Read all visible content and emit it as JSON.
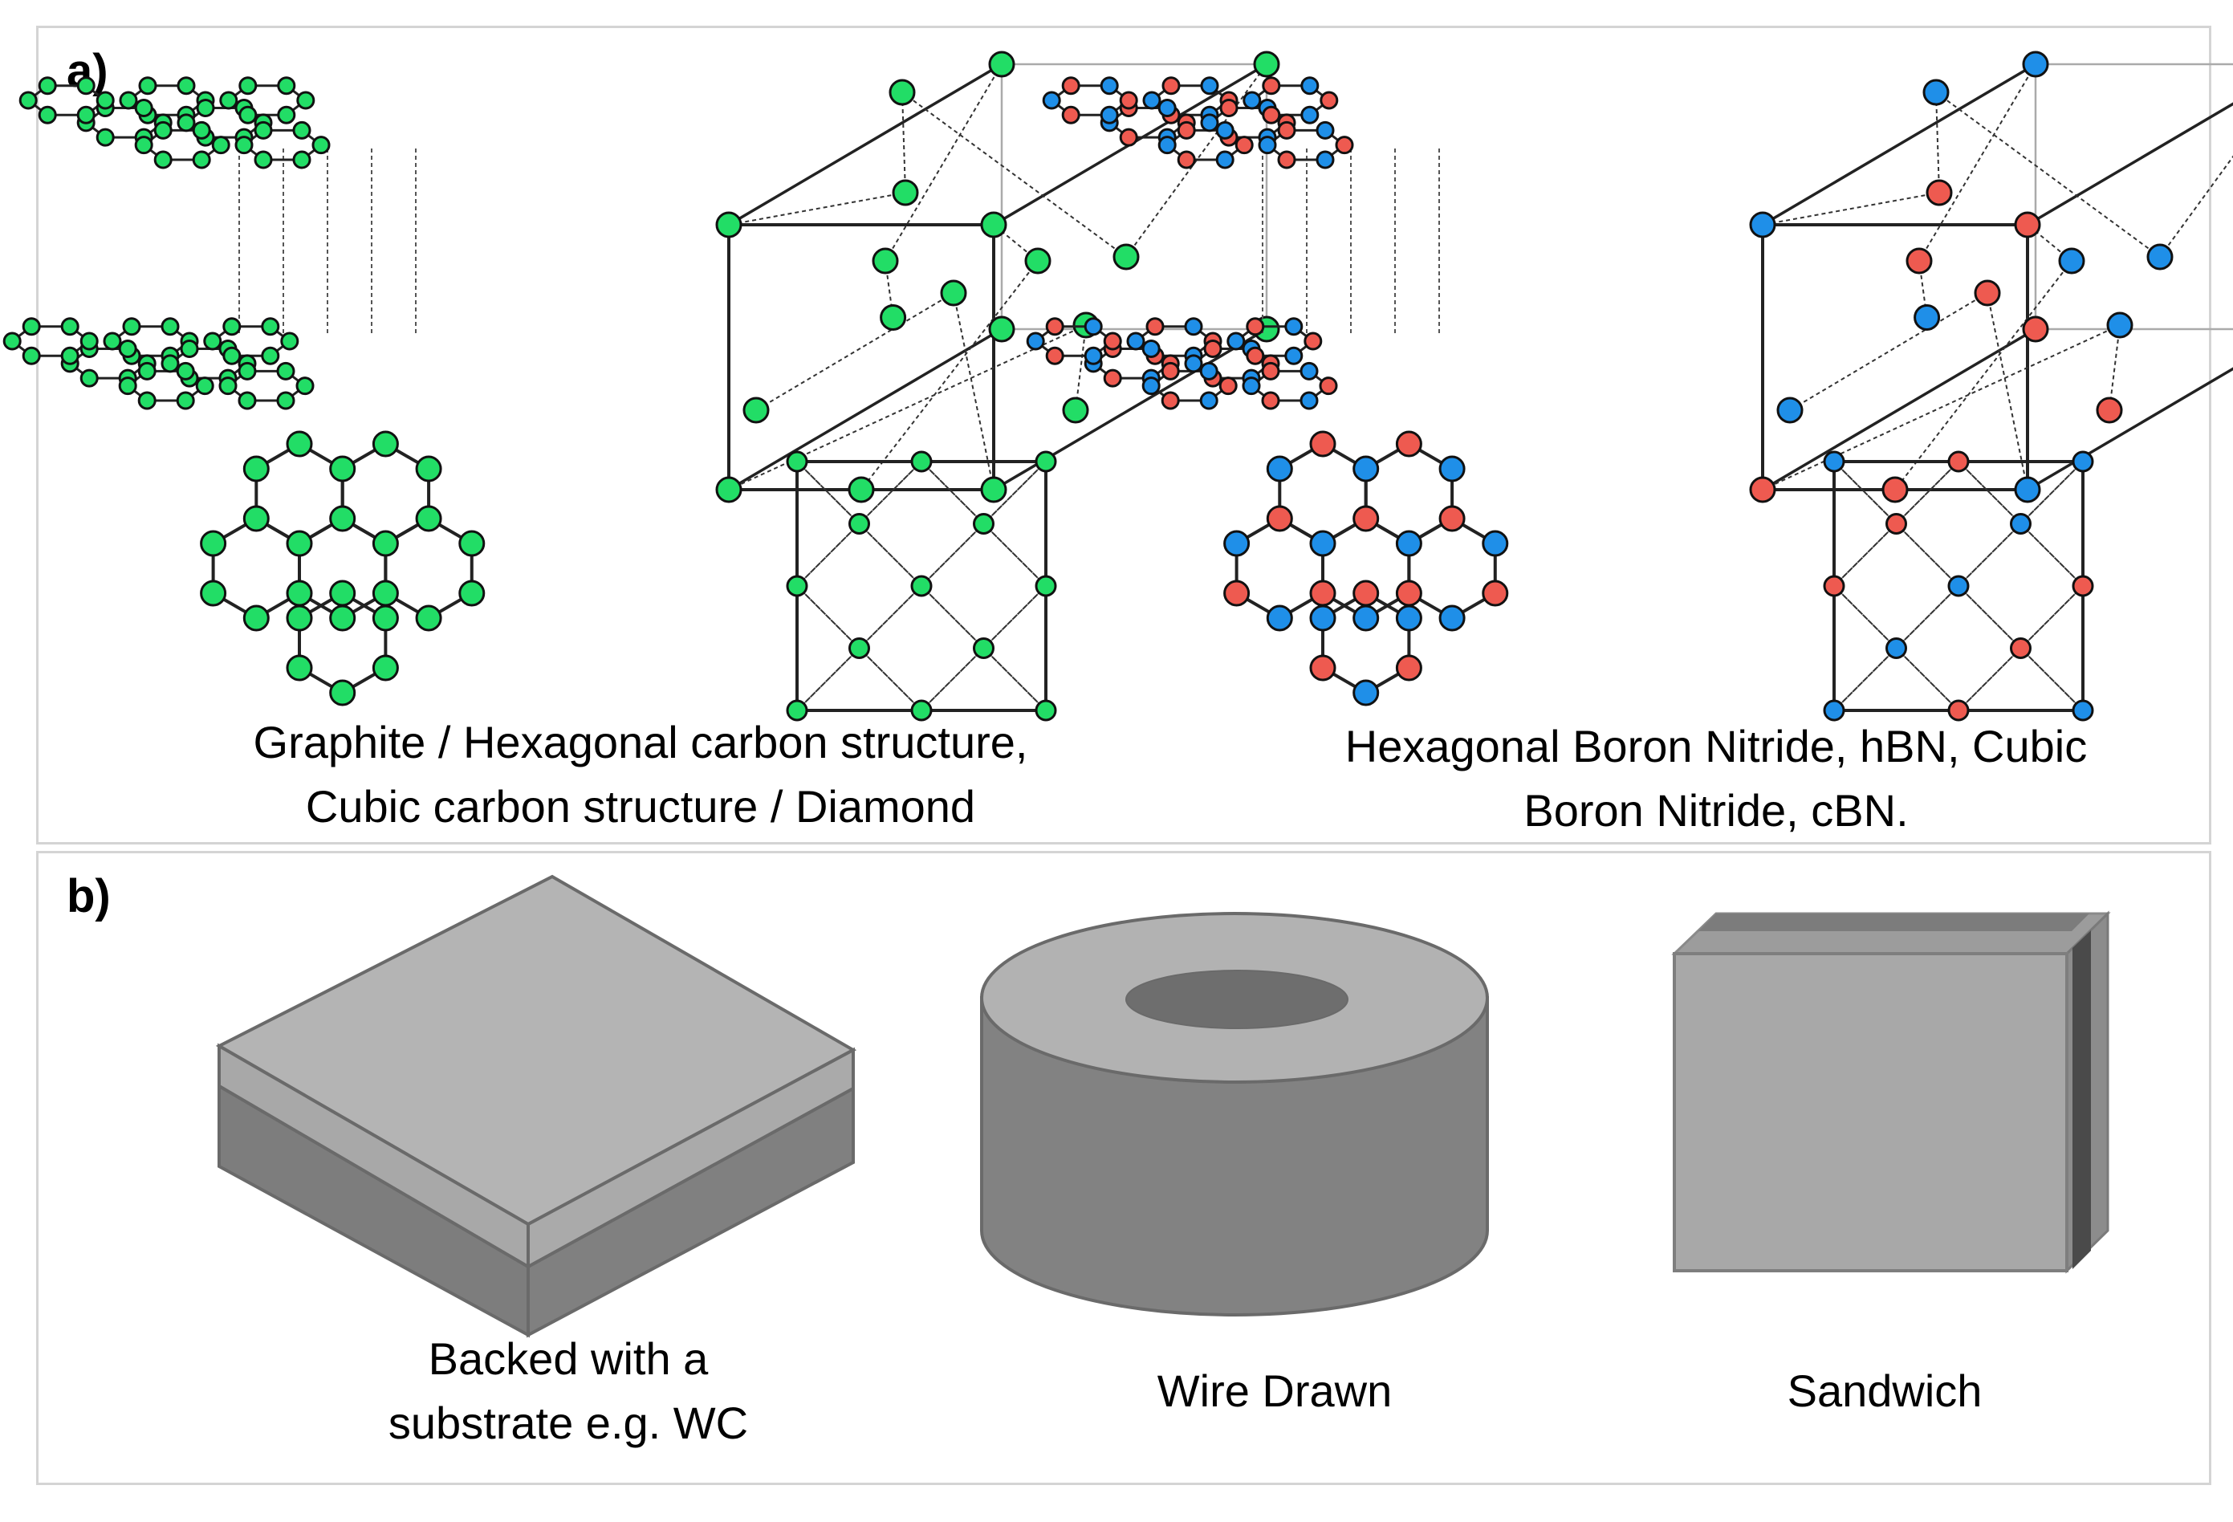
{
  "panel_a": {
    "label": "a)",
    "caption_carbon_line1": "Graphite / Hexagonal carbon structure,",
    "caption_carbon_line2": "Cubic carbon structure / Diamond",
    "caption_bn_line1": "Hexagonal Boron Nitride, hBN, Cubic",
    "caption_bn_line2": "Boron Nitride, cBN."
  },
  "panel_b": {
    "label": "b)",
    "caption_backed_line1": "Backed with a",
    "caption_backed_line2": "substrate e.g. WC",
    "caption_wire": "Wire Drawn",
    "caption_sandwich": "Sandwich"
  },
  "colors": {
    "carbon": "#22dd66",
    "boron": "#ee5a50",
    "nitrogen": "#1f8fe8",
    "shape_light": "#b2b2b2",
    "shape_mid": "#9c9c9c",
    "shape_dark": "#828282",
    "shape_edge": "#6a6a6a"
  }
}
